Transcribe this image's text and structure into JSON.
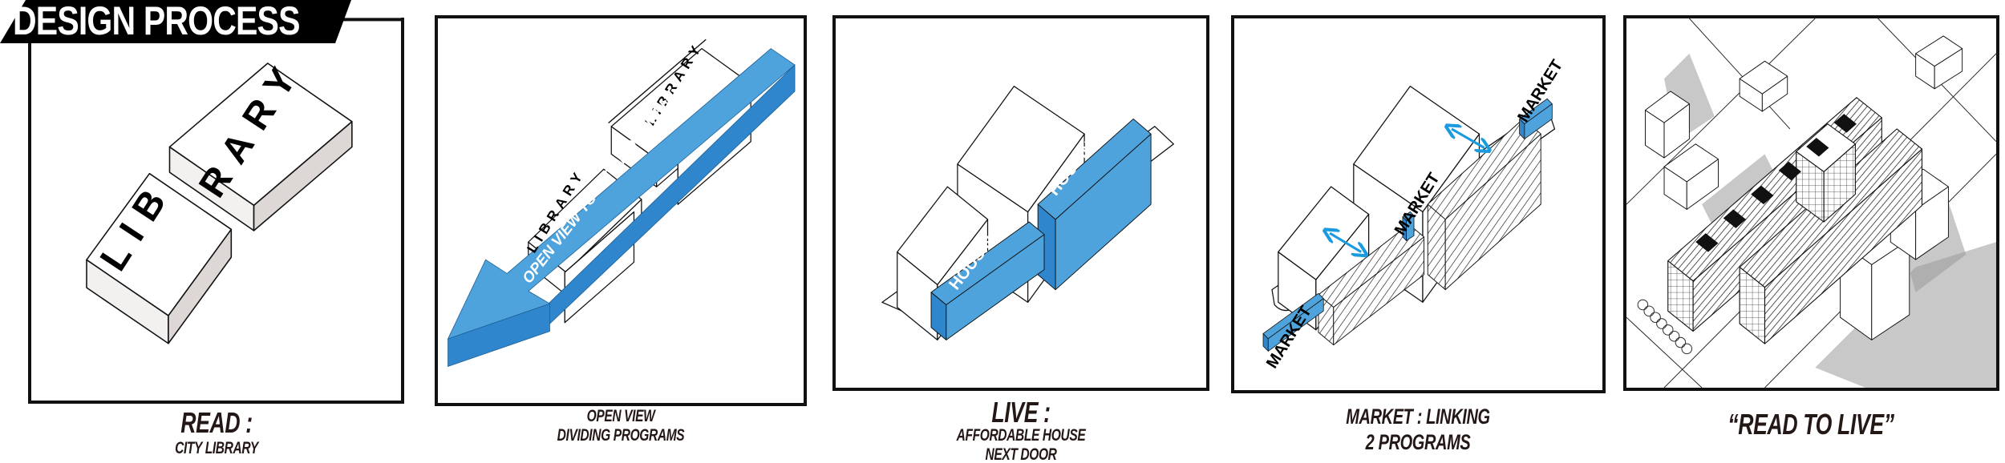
{
  "title": "DESIGN PROCESS",
  "colors": {
    "accent_blue": "#4fa3dc",
    "accent_blue_dark": "#2f86cc",
    "ink": "#111111",
    "caption": "#231815",
    "block_side": "#ddd8d6"
  },
  "panels": [
    {
      "diagram": {
        "word_part1": "LIB",
        "word_part2": "RARY"
      },
      "caption": {
        "heading": "READ :",
        "line1": "CITY LIBRARY"
      }
    },
    {
      "diagram": {
        "arrow_label": "OPEN VIEW TO CITY MONUMENT",
        "block_label_1": "LIBRARY",
        "block_label_2": "LIBRARY"
      },
      "caption": {
        "line1": "OPEN VIEW",
        "line2": "DIVIDING PROGRAMS"
      }
    },
    {
      "diagram": {
        "label_1": "HOUSING",
        "label_2": "HOUSING"
      },
      "caption": {
        "heading": "LIVE :",
        "line1": "AFFORDABLE HOUSE",
        "line2": "NEXT DOOR"
      }
    },
    {
      "diagram": {
        "label_1": "MARKET",
        "label_2": "MARKET",
        "label_3": "MARKET"
      },
      "caption": {
        "line1": "MARKET : LINKING",
        "line2": "2 PROGRAMS"
      }
    },
    {
      "diagram": {},
      "caption": {
        "heading": "“READ TO LIVE”"
      }
    }
  ]
}
